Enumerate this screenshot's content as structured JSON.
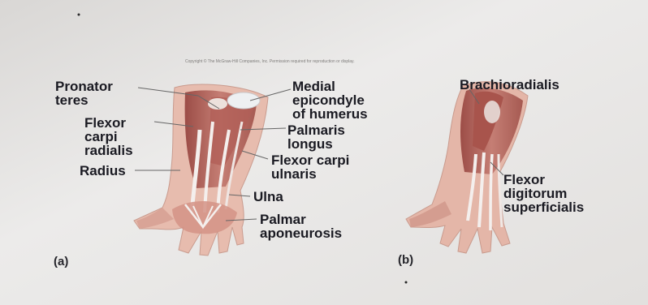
{
  "copyright": "Copyright © The McGraw-Hill Companies, Inc. Permission required for reproduction or display.",
  "panel_a": {
    "letter": "(a)",
    "labels": {
      "pronator_teres": "Pronator\nteres",
      "flexor_carpi_radialis": "Flexor\ncarpi\nradialis",
      "radius": "Radius",
      "medial_epicondyle": "Medial\nepicondyle\nof humerus",
      "palmaris_longus": "Palmaris\nlongus",
      "flexor_carpi_ulnaris": "Flexor carpi\nulnaris",
      "ulna": "Ulna",
      "palmar_aponeurosis": "Palmar\naponeurosis"
    }
  },
  "panel_b": {
    "letter": "(b)",
    "labels": {
      "brachioradialis": "Brachioradialis",
      "flexor_digitorum_superficialis": "Flexor\ndigitorum\nsuperficialis"
    }
  },
  "colors": {
    "background": "#e9e7e5",
    "muscle": "#b8675f",
    "skin": "#e6b8aa",
    "tendon": "#f2eeec",
    "label_text": "#1a1a22"
  }
}
